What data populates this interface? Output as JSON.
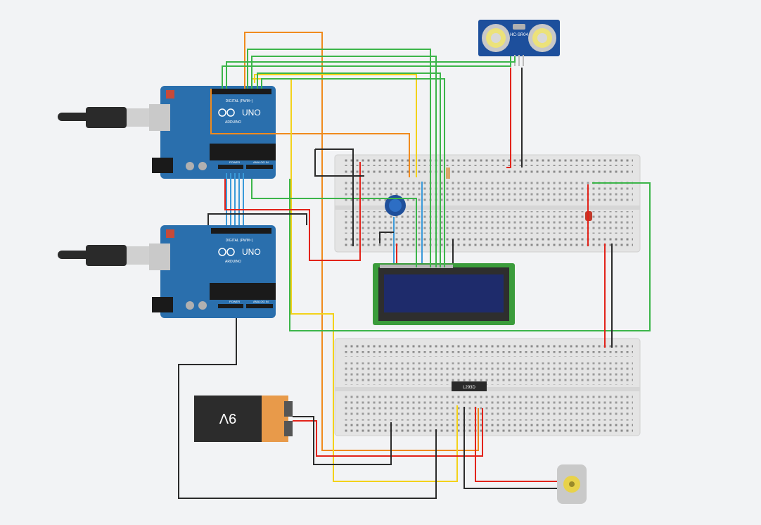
{
  "arduino_top": {
    "logo": "UNO",
    "digital_label": "DIGITAL (PWM~)",
    "power_label": "POWER",
    "analog_label": "ANALOG IN",
    "brand": "ARDUINO"
  },
  "arduino_bottom": {
    "logo": "UNO",
    "digital_label": "DIGITAL (PWM~)",
    "power_label": "POWER",
    "analog_label": "ANALOG IN",
    "brand": "ARDUINO"
  },
  "ultrasonic": {
    "label": "HC-SR04"
  },
  "battery": {
    "label": "9V"
  },
  "driver_chip": {
    "label": "L293D"
  },
  "colors": {
    "wire_red": "#e2231a",
    "wire_black": "#2b2b2b",
    "wire_green": "#3cb54a",
    "wire_orange": "#f08a1d",
    "wire_yellow": "#f3d21a",
    "wire_blue": "#3a9ad9",
    "arduino_blue": "#2a6fad",
    "breadboard": "#e6e6e6",
    "lcd_screen": "#1e2b6b",
    "lcd_board": "#3b9c3b"
  }
}
